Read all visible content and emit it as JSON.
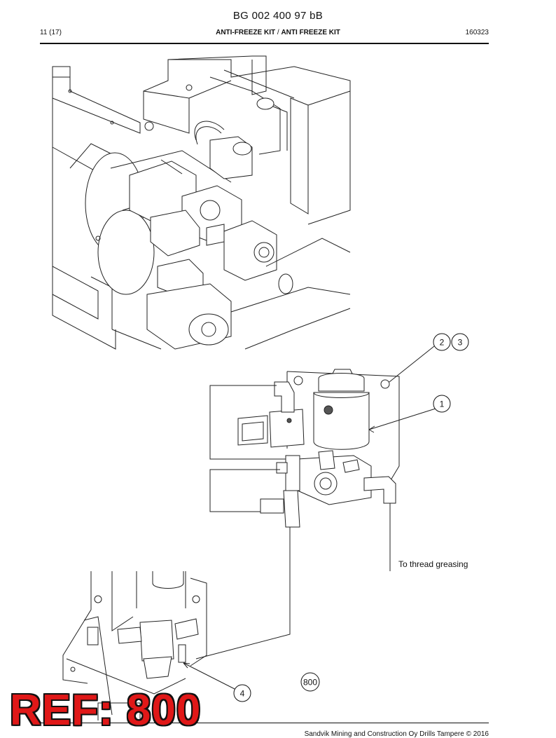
{
  "document": {
    "title": "BG 002 400 97 bB",
    "page": "11 (17)",
    "heading_part1": "ANTI-FREEZE KIT",
    "heading_sep": " / ",
    "heading_part2": "ANTI FREEZE KIT",
    "date_code": "160323"
  },
  "callouts": {
    "c1": "1",
    "c2": "2",
    "c3": "3",
    "c4": "4",
    "c800": "800"
  },
  "note": "To thread greasing",
  "stamp": "REF: 800",
  "footer": "Sandvik Mining and Construction Oy Drills Tampere © 2016"
}
